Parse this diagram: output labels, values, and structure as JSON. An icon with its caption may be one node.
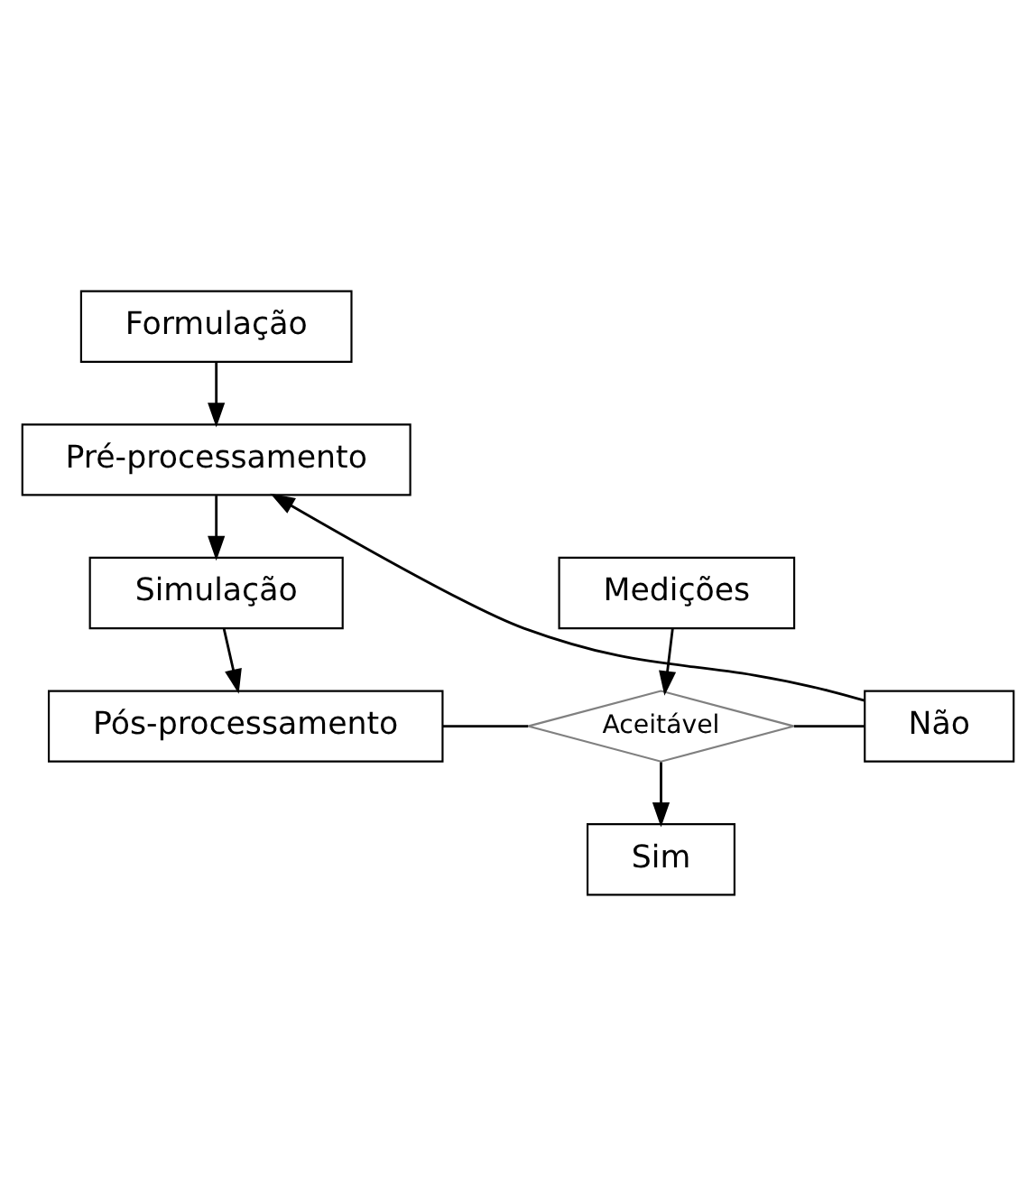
{
  "diagram": {
    "nodes": [
      {
        "text": [
          "Formulação"
        ]
      },
      {
        "text": [
          "Pré-processamento"
        ]
      },
      {
        "text": [
          "Simulação"
        ]
      },
      {
        "text": [
          "Pós-processamento"
        ]
      },
      {
        "text": [
          "Medições"
        ]
      },
      {
        "text": [
          "Aceitável"
        ]
      },
      {
        "text": [
          "Não"
        ]
      },
      {
        "text": [
          "Sim"
        ]
      }
    ],
    "edges": [
      {
        "from": 0,
        "to": 1,
        "arrow": "to"
      },
      {
        "from": 6,
        "to": 1,
        "arrow": "to"
      },
      {
        "from": 1,
        "to": 2,
        "arrow": "to"
      },
      {
        "from": 2,
        "to": 3,
        "arrow": "to"
      },
      {
        "from": 4,
        "to": 5,
        "arrow": "to"
      },
      {
        "from": 3,
        "to": 5,
        "arrow": "none"
      },
      {
        "from": 5,
        "to": 6,
        "arrow": "none"
      },
      {
        "from": 5,
        "to": 7,
        "arrow": "to"
      }
    ]
  }
}
